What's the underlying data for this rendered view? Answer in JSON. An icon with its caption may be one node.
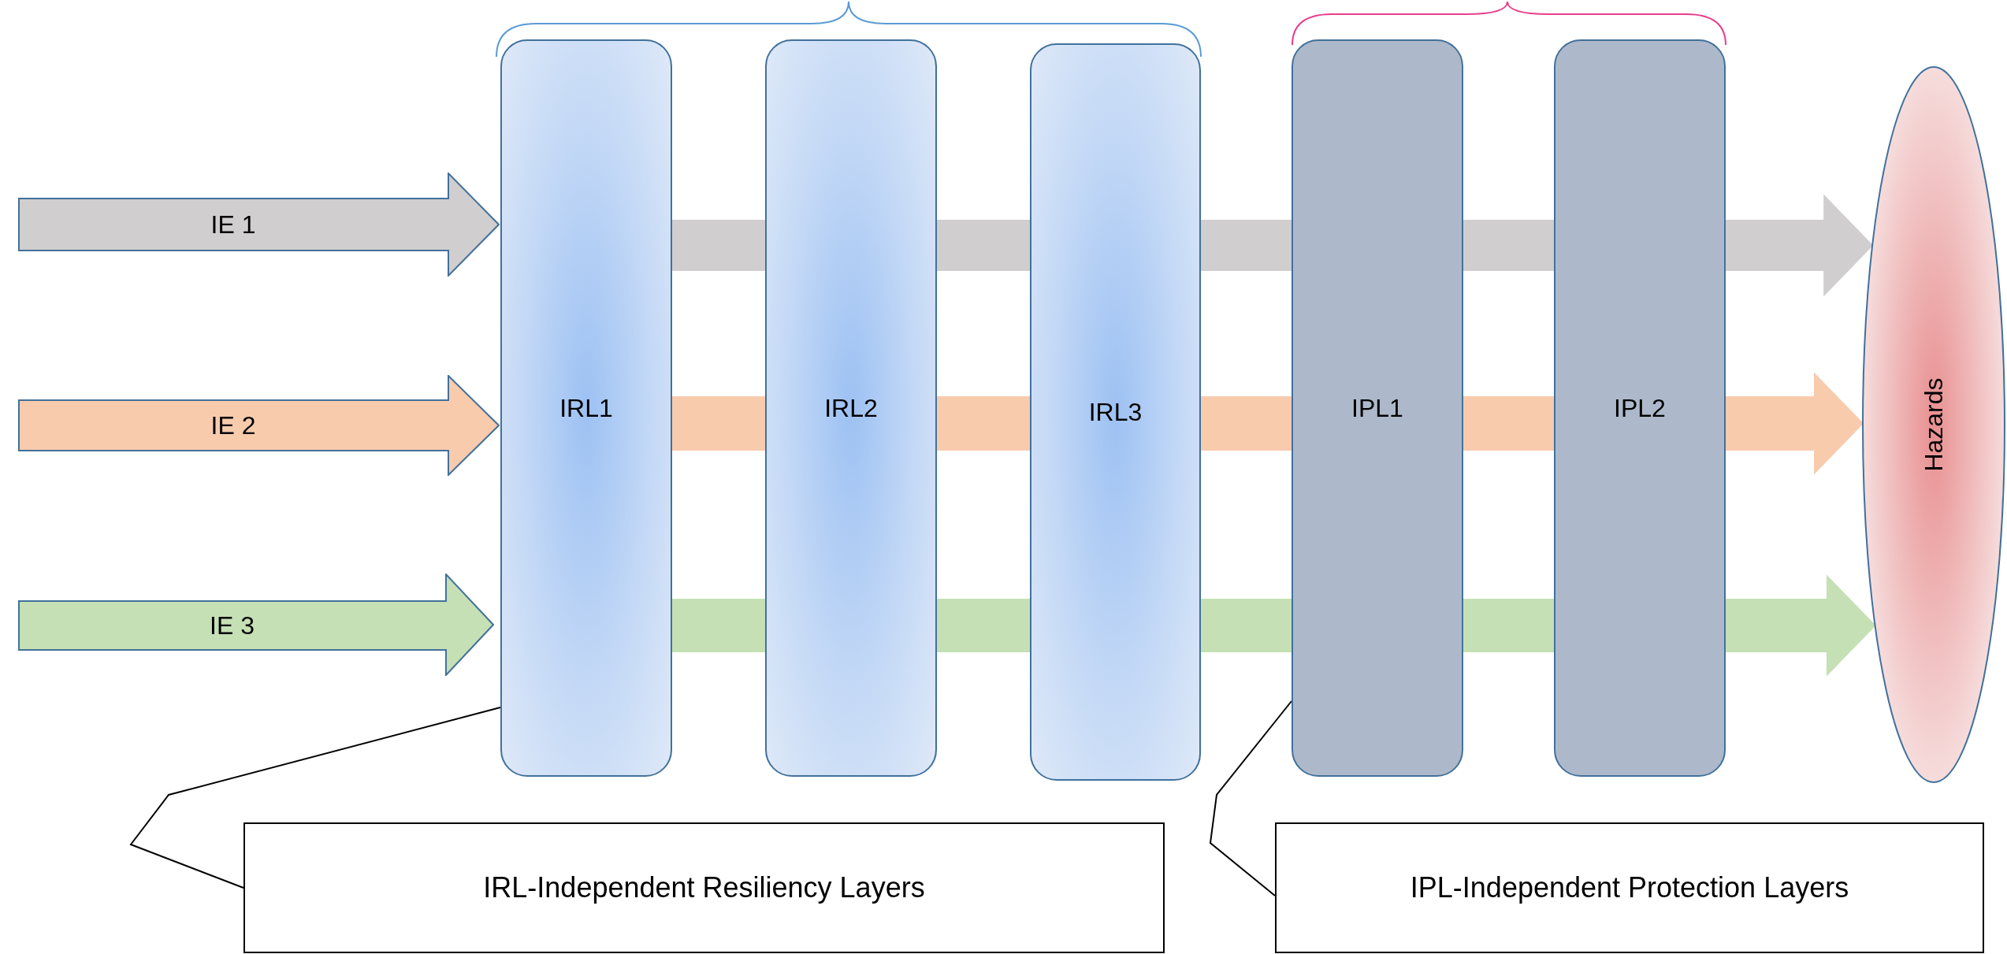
{
  "diagram": {
    "nodes": [
      {
        "text": [
          "IE 1"
        ]
      },
      {
        "text": [
          "IE 2"
        ]
      },
      {
        "text": [
          "IE 3"
        ]
      },
      {
        "text": [
          "IRL1"
        ]
      },
      {
        "text": [
          "IRL2"
        ]
      },
      {
        "text": [
          "IRL3"
        ]
      },
      {
        "text": [
          "IPL1"
        ]
      },
      {
        "text": [
          "IPL2"
        ]
      },
      {
        "text": [
          "Hazards"
        ]
      },
      {
        "text": [
          "IRL-Independent Resiliency Layers"
        ]
      },
      {
        "text": [
          "IPL-Independent Protection Layers"
        ]
      }
    ],
    "edges": [
      {
        "from": 3,
        "to": 4,
        "arrow": "none",
        "color": "#d0cece"
      },
      {
        "from": 4,
        "to": 5,
        "arrow": "none",
        "color": "#d0cece"
      },
      {
        "from": 5,
        "to": 6,
        "arrow": "none",
        "color": "#d0cece"
      },
      {
        "from": 6,
        "to": 7,
        "arrow": "none",
        "color": "#d0cece"
      },
      {
        "from": 7,
        "to": 8,
        "arrow": "to",
        "color": "#d0cece"
      },
      {
        "from": 3,
        "to": 4,
        "arrow": "none",
        "color": "#f8cbad"
      },
      {
        "from": 4,
        "to": 5,
        "arrow": "none",
        "color": "#f8cbad"
      },
      {
        "from": 5,
        "to": 6,
        "arrow": "none",
        "color": "#f8cbad"
      },
      {
        "from": 6,
        "to": 7,
        "arrow": "none",
        "color": "#f8cbad"
      },
      {
        "from": 7,
        "to": 8,
        "arrow": "to",
        "color": "#f8cbad"
      },
      {
        "from": 3,
        "to": 4,
        "arrow": "none",
        "color": "#c5e0b4"
      },
      {
        "from": 4,
        "to": 5,
        "arrow": "none",
        "color": "#c5e0b4"
      },
      {
        "from": 5,
        "to": 6,
        "arrow": "none",
        "color": "#c5e0b4"
      },
      {
        "from": 6,
        "to": 7,
        "arrow": "none",
        "color": "#c5e0b4"
      },
      {
        "from": 7,
        "to": 8,
        "arrow": "to",
        "color": "#c5e0b4"
      },
      {
        "from": 9,
        "to": 3,
        "arrow": "none",
        "color": "#000000"
      },
      {
        "from": 10,
        "to": 6,
        "arrow": "none",
        "color": "#000000"
      }
    ]
  }
}
